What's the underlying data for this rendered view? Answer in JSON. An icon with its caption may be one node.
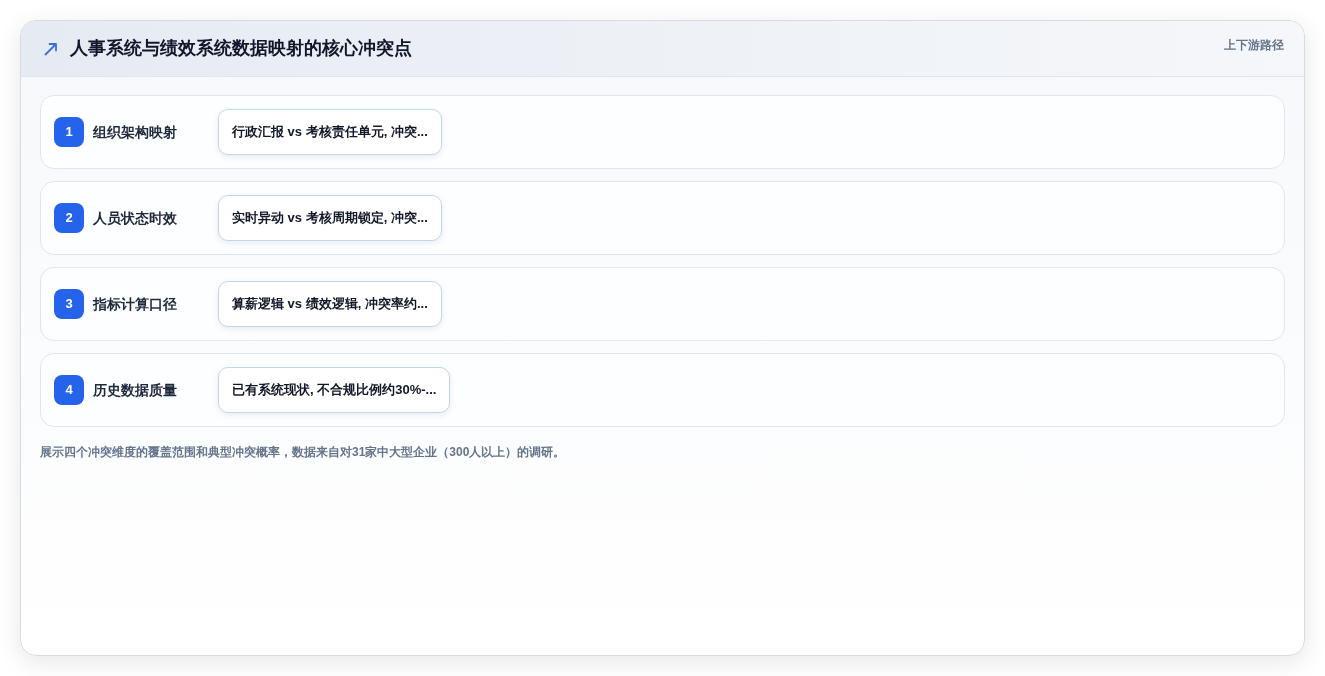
{
  "diagram": {
    "title": "人事系统与绩效系统数据映射的核心冲突点",
    "caption": "展示四个冲突维度的覆盖范围和典型冲突概率，数据来自对31家中大型企业（300人以上）的调研。",
    "nodes": [
      {
        "text": [
          "组织架构映射"
        ]
      },
      {
        "text": [
          "1"
        ],
        "in": 0
      },
      {
        "text": [
          "行政汇报 vs 考核责任单元, 冲突..."
        ],
        "in": 0
      },
      {
        "text": [
          "人员状态时效"
        ]
      },
      {
        "text": [
          "2"
        ],
        "in": 3
      },
      {
        "text": [
          "实时异动 vs 考核周期锁定, 冲突..."
        ],
        "in": 3
      },
      {
        "text": [
          "指标计算口径"
        ]
      },
      {
        "text": [
          "3"
        ],
        "in": 6
      },
      {
        "text": [
          "算薪逻辑 vs 绩效逻辑, 冲突率约..."
        ],
        "in": 6
      },
      {
        "text": [
          "历史数据质量"
        ]
      },
      {
        "text": [
          "4"
        ],
        "in": 9
      },
      {
        "text": [
          "已有系统现状, 不合规比例约30%-..."
        ],
        "in": 9
      }
    ],
    "labels": [
      "上下游路径"
    ]
  }
}
